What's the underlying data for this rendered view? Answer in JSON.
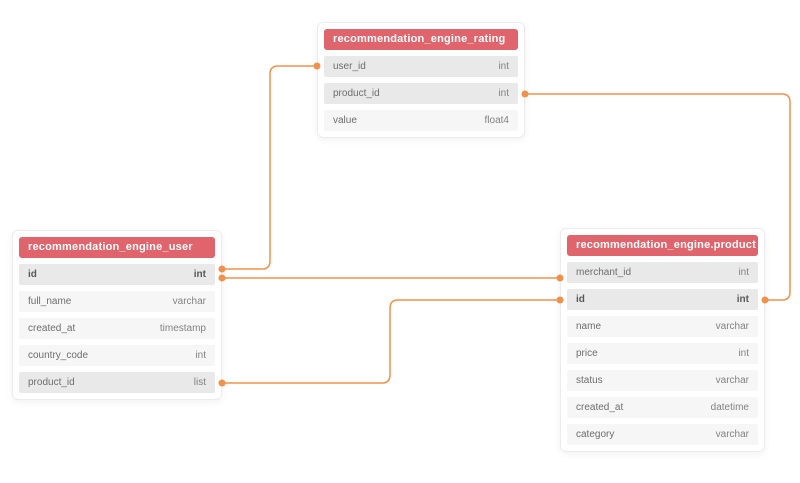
{
  "colors": {
    "header_red": "#e0646c",
    "connector_orange": "#f0914b",
    "row_highlight": "#e9e9e9",
    "row_normal": "#f6f6f6",
    "canvas_background": "#ffffff"
  },
  "tables": [
    {
      "title": "recommendation_engine_rating",
      "rows": [
        {
          "name": "user_id",
          "type": "int",
          "highlighted": true,
          "bold": false
        },
        {
          "name": "product_id",
          "type": "int",
          "highlighted": true,
          "bold": false
        },
        {
          "name": "value",
          "type": "float4",
          "highlighted": false,
          "bold": false
        }
      ]
    },
    {
      "title": "recommendation_engine_user",
      "rows": [
        {
          "name": "id",
          "type": "int",
          "highlighted": true,
          "bold": true
        },
        {
          "name": "full_name",
          "type": "varchar",
          "highlighted": false,
          "bold": false
        },
        {
          "name": "created_at",
          "type": "timestamp",
          "highlighted": false,
          "bold": false
        },
        {
          "name": "country_code",
          "type": "int",
          "highlighted": false,
          "bold": false
        },
        {
          "name": "product_id",
          "type": "list",
          "highlighted": true,
          "bold": false
        }
      ]
    },
    {
      "title": "recommendation_engine.product",
      "rows": [
        {
          "name": "merchant_id",
          "type": "int",
          "highlighted": true,
          "bold": false
        },
        {
          "name": "id",
          "type": "int",
          "highlighted": true,
          "bold": true
        },
        {
          "name": "name",
          "type": "varchar",
          "highlighted": false,
          "bold": false
        },
        {
          "name": "price",
          "type": "int",
          "highlighted": false,
          "bold": false
        },
        {
          "name": "status",
          "type": "varchar",
          "highlighted": false,
          "bold": false
        },
        {
          "name": "created_at",
          "type": "datetime",
          "highlighted": false,
          "bold": false
        },
        {
          "name": "category",
          "type": "varchar",
          "highlighted": false,
          "bold": false
        }
      ]
    }
  ],
  "relationships": [
    {
      "from": "recommendation_engine_rating.user_id",
      "to": "recommendation_engine_user.id"
    },
    {
      "from": "recommendation_engine_user.id",
      "to": "recommendation_engine.product.merchant_id"
    },
    {
      "from": "recommendation_engine_user.product_id",
      "to": "recommendation_engine.product.id"
    },
    {
      "from": "recommendation_engine_rating.product_id",
      "to": "recommendation_engine.product.id"
    }
  ]
}
